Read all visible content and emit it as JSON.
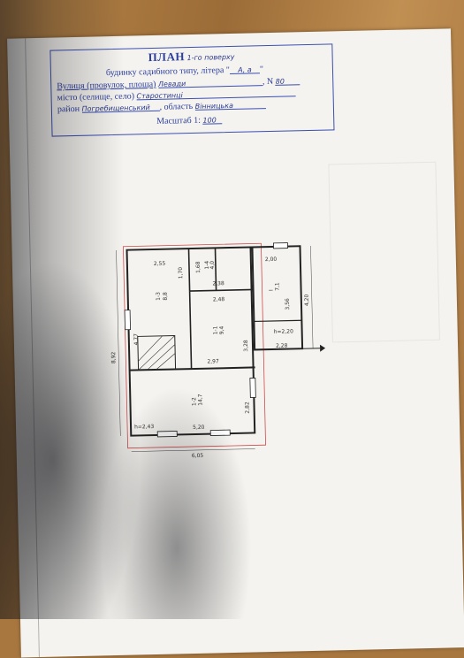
{
  "stamp": {
    "title_bold": "ПЛАН",
    "title_suffix": "1-го поверху",
    "subtitle": "будинку садибного типу, літера \"",
    "letter": "А, а",
    "letter_close": "\"",
    "street_label": "Вулиця (провулок, площа)",
    "street_value": "Левади",
    "number_label": ", N",
    "number_value": "80",
    "city_label": "місто (селище, село)",
    "city_value": "Старостинці",
    "district_label": "район",
    "district_value": "Погребищенський",
    "oblast_label": ", область",
    "oblast_value": "Вінницька",
    "scale_label": "Масштаб 1:",
    "scale_value": "100"
  },
  "plan": {
    "dims": {
      "d255": "2,55",
      "d170": "1,70",
      "d168": "1,68",
      "d238": "2,38",
      "d248": "2,48",
      "d477": "4,77",
      "d892": "8,92",
      "d328": "3,28",
      "d297": "2,97",
      "d282": "2,82",
      "d520": "5,20",
      "d605": "6,05",
      "d200": "2,00",
      "d356": "3,56",
      "d420": "4,20",
      "d228": "2,28",
      "h220": "h=2,20",
      "h243": "h=2,43"
    },
    "rooms": [
      {
        "num": "1-3",
        "area": "8,8"
      },
      {
        "num": "1-4",
        "area": "4,0"
      },
      {
        "num": "1-1",
        "area": "9,4"
      },
      {
        "num": "1-2",
        "area": "14,7"
      },
      {
        "num": "I",
        "area": "7,1"
      }
    ]
  }
}
